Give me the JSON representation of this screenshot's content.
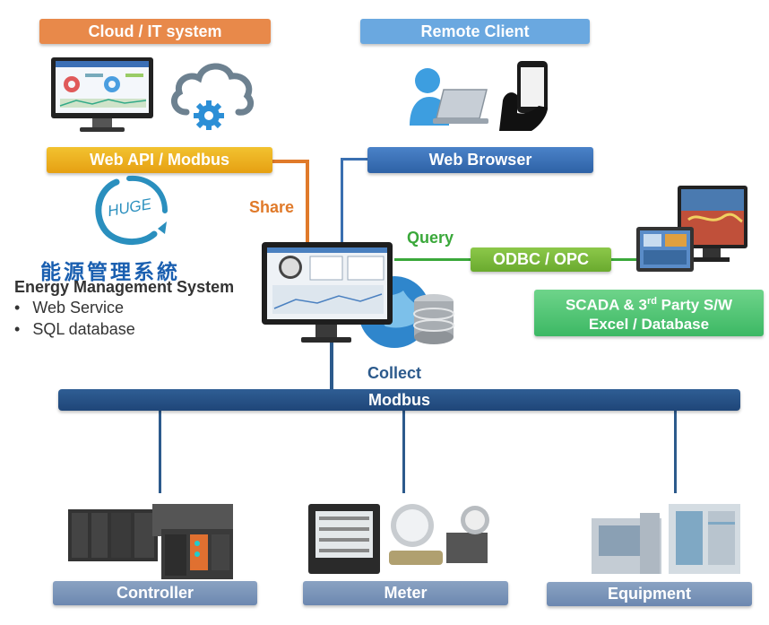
{
  "cloud": {
    "label": "Cloud / IT system",
    "color": "#e8894a"
  },
  "remote": {
    "label": "Remote Client",
    "color": "#6aa8e0"
  },
  "webapi": {
    "label": "Web API / Modbus"
  },
  "webbrowser": {
    "label": "Web Browser"
  },
  "share": {
    "label": "Share",
    "color": "#e07a2a"
  },
  "query": {
    "label": "Query",
    "color": "#3aa83a"
  },
  "odbc": {
    "label": "ODBC / OPC"
  },
  "scada": {
    "line1": "SCADA & 3rd Party S/W",
    "line2": "Excel / Database"
  },
  "collect": {
    "label": "Collect",
    "color": "#2c5a8c"
  },
  "modbus": {
    "label": "Modbus"
  },
  "ems": {
    "logo_text": "HUGE",
    "chinese": "能源管理系統",
    "title": "Energy Management System",
    "bullets": [
      "Web Service",
      "SQL database"
    ]
  },
  "devices": {
    "controller": "Controller",
    "meter": "Meter",
    "equipment": "Equipment"
  }
}
